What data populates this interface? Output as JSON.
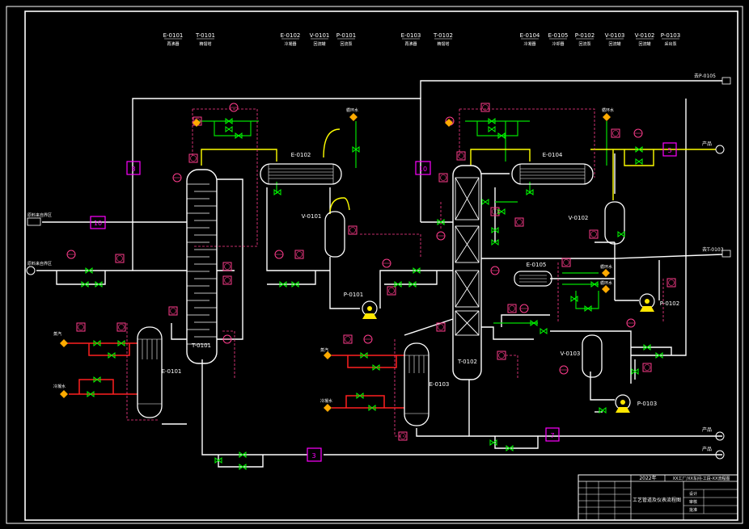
{
  "header_labels": [
    {
      "tag": "E-0101",
      "desc": "再沸器"
    },
    {
      "tag": "T-0101",
      "desc": "精馏塔"
    },
    {
      "tag": "E-0102",
      "desc": "冷凝器"
    },
    {
      "tag": "V-0101",
      "desc": "回流罐"
    },
    {
      "tag": "P-0101",
      "desc": "回流泵"
    },
    {
      "tag": "E-0103",
      "desc": "再沸器"
    },
    {
      "tag": "T-0102",
      "desc": "精馏塔"
    },
    {
      "tag": "E-0104",
      "desc": "冷凝器"
    },
    {
      "tag": "E-0105",
      "desc": "冷却器"
    },
    {
      "tag": "P-0102",
      "desc": "回流泵"
    },
    {
      "tag": "V-0103",
      "desc": "回流罐"
    },
    {
      "tag": "V-0102",
      "desc": "回流罐"
    },
    {
      "tag": "P-0103",
      "desc": "采出泵"
    }
  ],
  "equipment_tags": {
    "t0101": "T-0101",
    "t0102": "T-0102",
    "e0101": "E-0101",
    "e0102": "E-0102",
    "e0103": "E-0103",
    "e0104": "E-0104",
    "e0105": "E-0105",
    "v0101": "V-0101",
    "v0102": "V-0102",
    "v0103": "V-0103",
    "p0101": "P-0101",
    "p0102": "P-0102",
    "p0103": "P-0103"
  },
  "stream_labels": {
    "feed_top": "原料来自界区",
    "feed_mid": "原料来自界区",
    "steam_left_top": "蒸汽",
    "steam_left_bottom": "冷凝水",
    "steam_right_top": "蒸汽",
    "steam_right_bottom": "冷凝水",
    "cw_e0102": "循环水",
    "cw_e0104": "循环水",
    "cw_e0105_in": "循环水",
    "cw_e0105_out": "循环水",
    "out_top_right": "去P-0105",
    "out_mid_right": "去T-0103",
    "out_product": "产品",
    "out_bottom_1": "产品",
    "out_bottom_2": "产品"
  },
  "markers": {
    "m_left_upper": "8",
    "m_left_feed": "10",
    "m_right_upper": "10",
    "m_right_top": "5",
    "m_bottom": "3",
    "m_bottom_right": "7"
  },
  "title_block": {
    "project": "2022年",
    "drawing_no": "XX工厂/XX车间-工段-XX流程图",
    "drawing_title": "工艺管道及仪表流程图",
    "rows": [
      "设计",
      "审核",
      "批准"
    ]
  },
  "colors": {
    "frame": "#ffffff",
    "pipe_main": "#ffffff",
    "steam": "#ff2020",
    "cooling_water": "#00e000",
    "vapor": "#ffff00",
    "instrument": "#ff3c8c",
    "marker": "#ff00ff",
    "valve": "#00ff00"
  }
}
